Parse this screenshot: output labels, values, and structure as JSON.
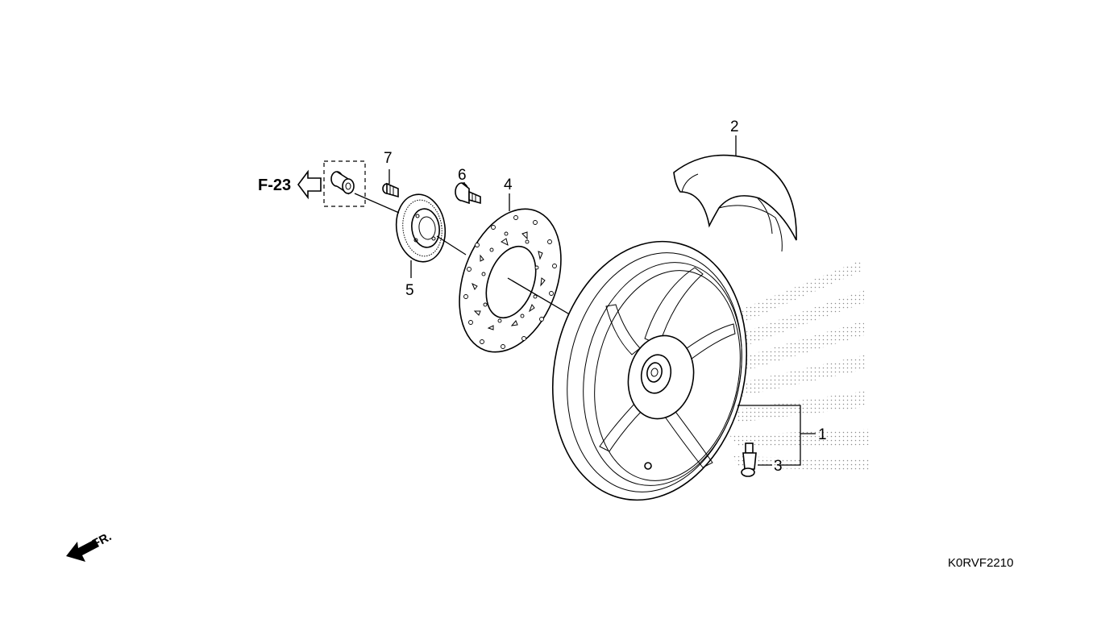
{
  "diagram": {
    "reference": "F-23",
    "front_indicator": "FR.",
    "diagram_code": "K0RVF2210",
    "callouts": [
      {
        "label": "1",
        "part": "rear wheel"
      },
      {
        "label": "2",
        "part": "tire"
      },
      {
        "label": "3",
        "part": "valve stem"
      },
      {
        "label": "4",
        "part": "brake disc"
      },
      {
        "label": "5",
        "part": "pulser ring"
      },
      {
        "label": "6",
        "part": "disc bolt"
      },
      {
        "label": "7",
        "part": "screw"
      }
    ]
  }
}
